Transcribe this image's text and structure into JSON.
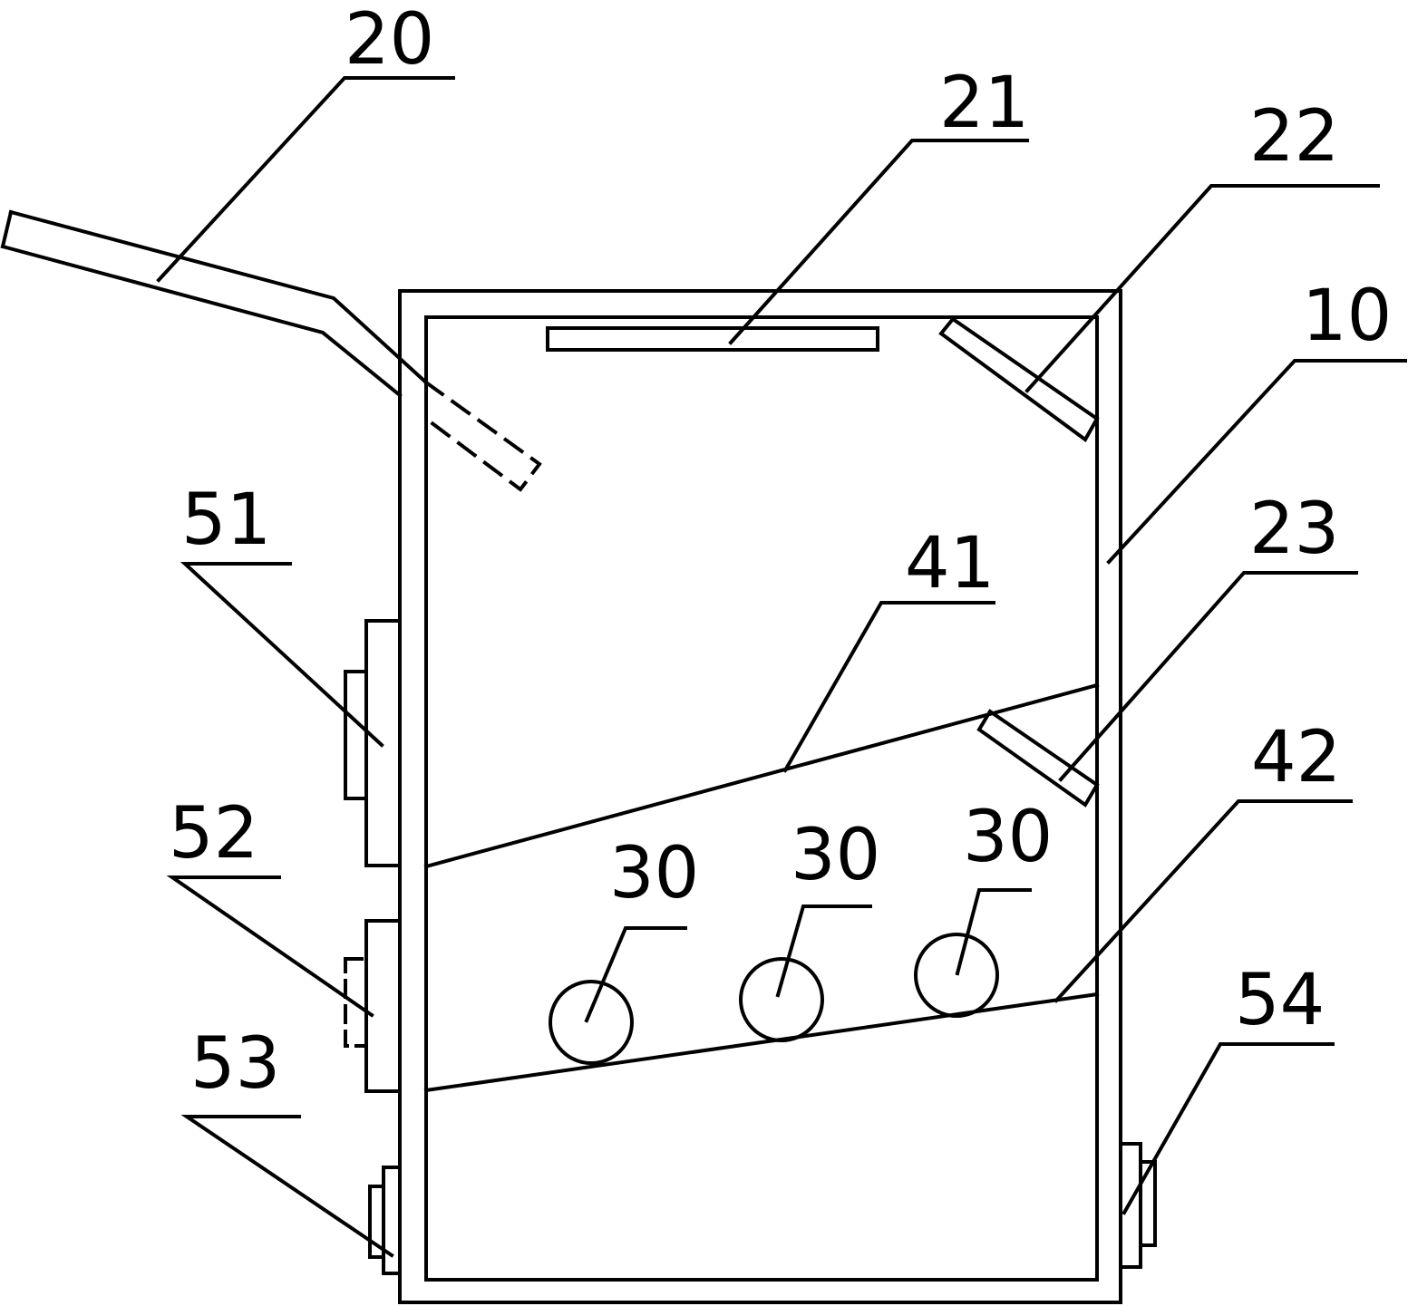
{
  "callouts": [
    {
      "id": "c20",
      "text": "20"
    },
    {
      "id": "c21",
      "text": "21"
    },
    {
      "id": "c22",
      "text": "22"
    },
    {
      "id": "c10",
      "text": "10"
    },
    {
      "id": "c51",
      "text": "51"
    },
    {
      "id": "c41",
      "text": "41"
    },
    {
      "id": "c23",
      "text": "23"
    },
    {
      "id": "c52",
      "text": "52"
    },
    {
      "id": "c30a",
      "text": "30"
    },
    {
      "id": "c30b",
      "text": "30"
    },
    {
      "id": "c30c",
      "text": "30"
    },
    {
      "id": "c42",
      "text": "42"
    },
    {
      "id": "c53",
      "text": "53"
    },
    {
      "id": "c54",
      "text": "54"
    }
  ],
  "colors": {
    "line": "#000000",
    "background": "#ffffff"
  }
}
